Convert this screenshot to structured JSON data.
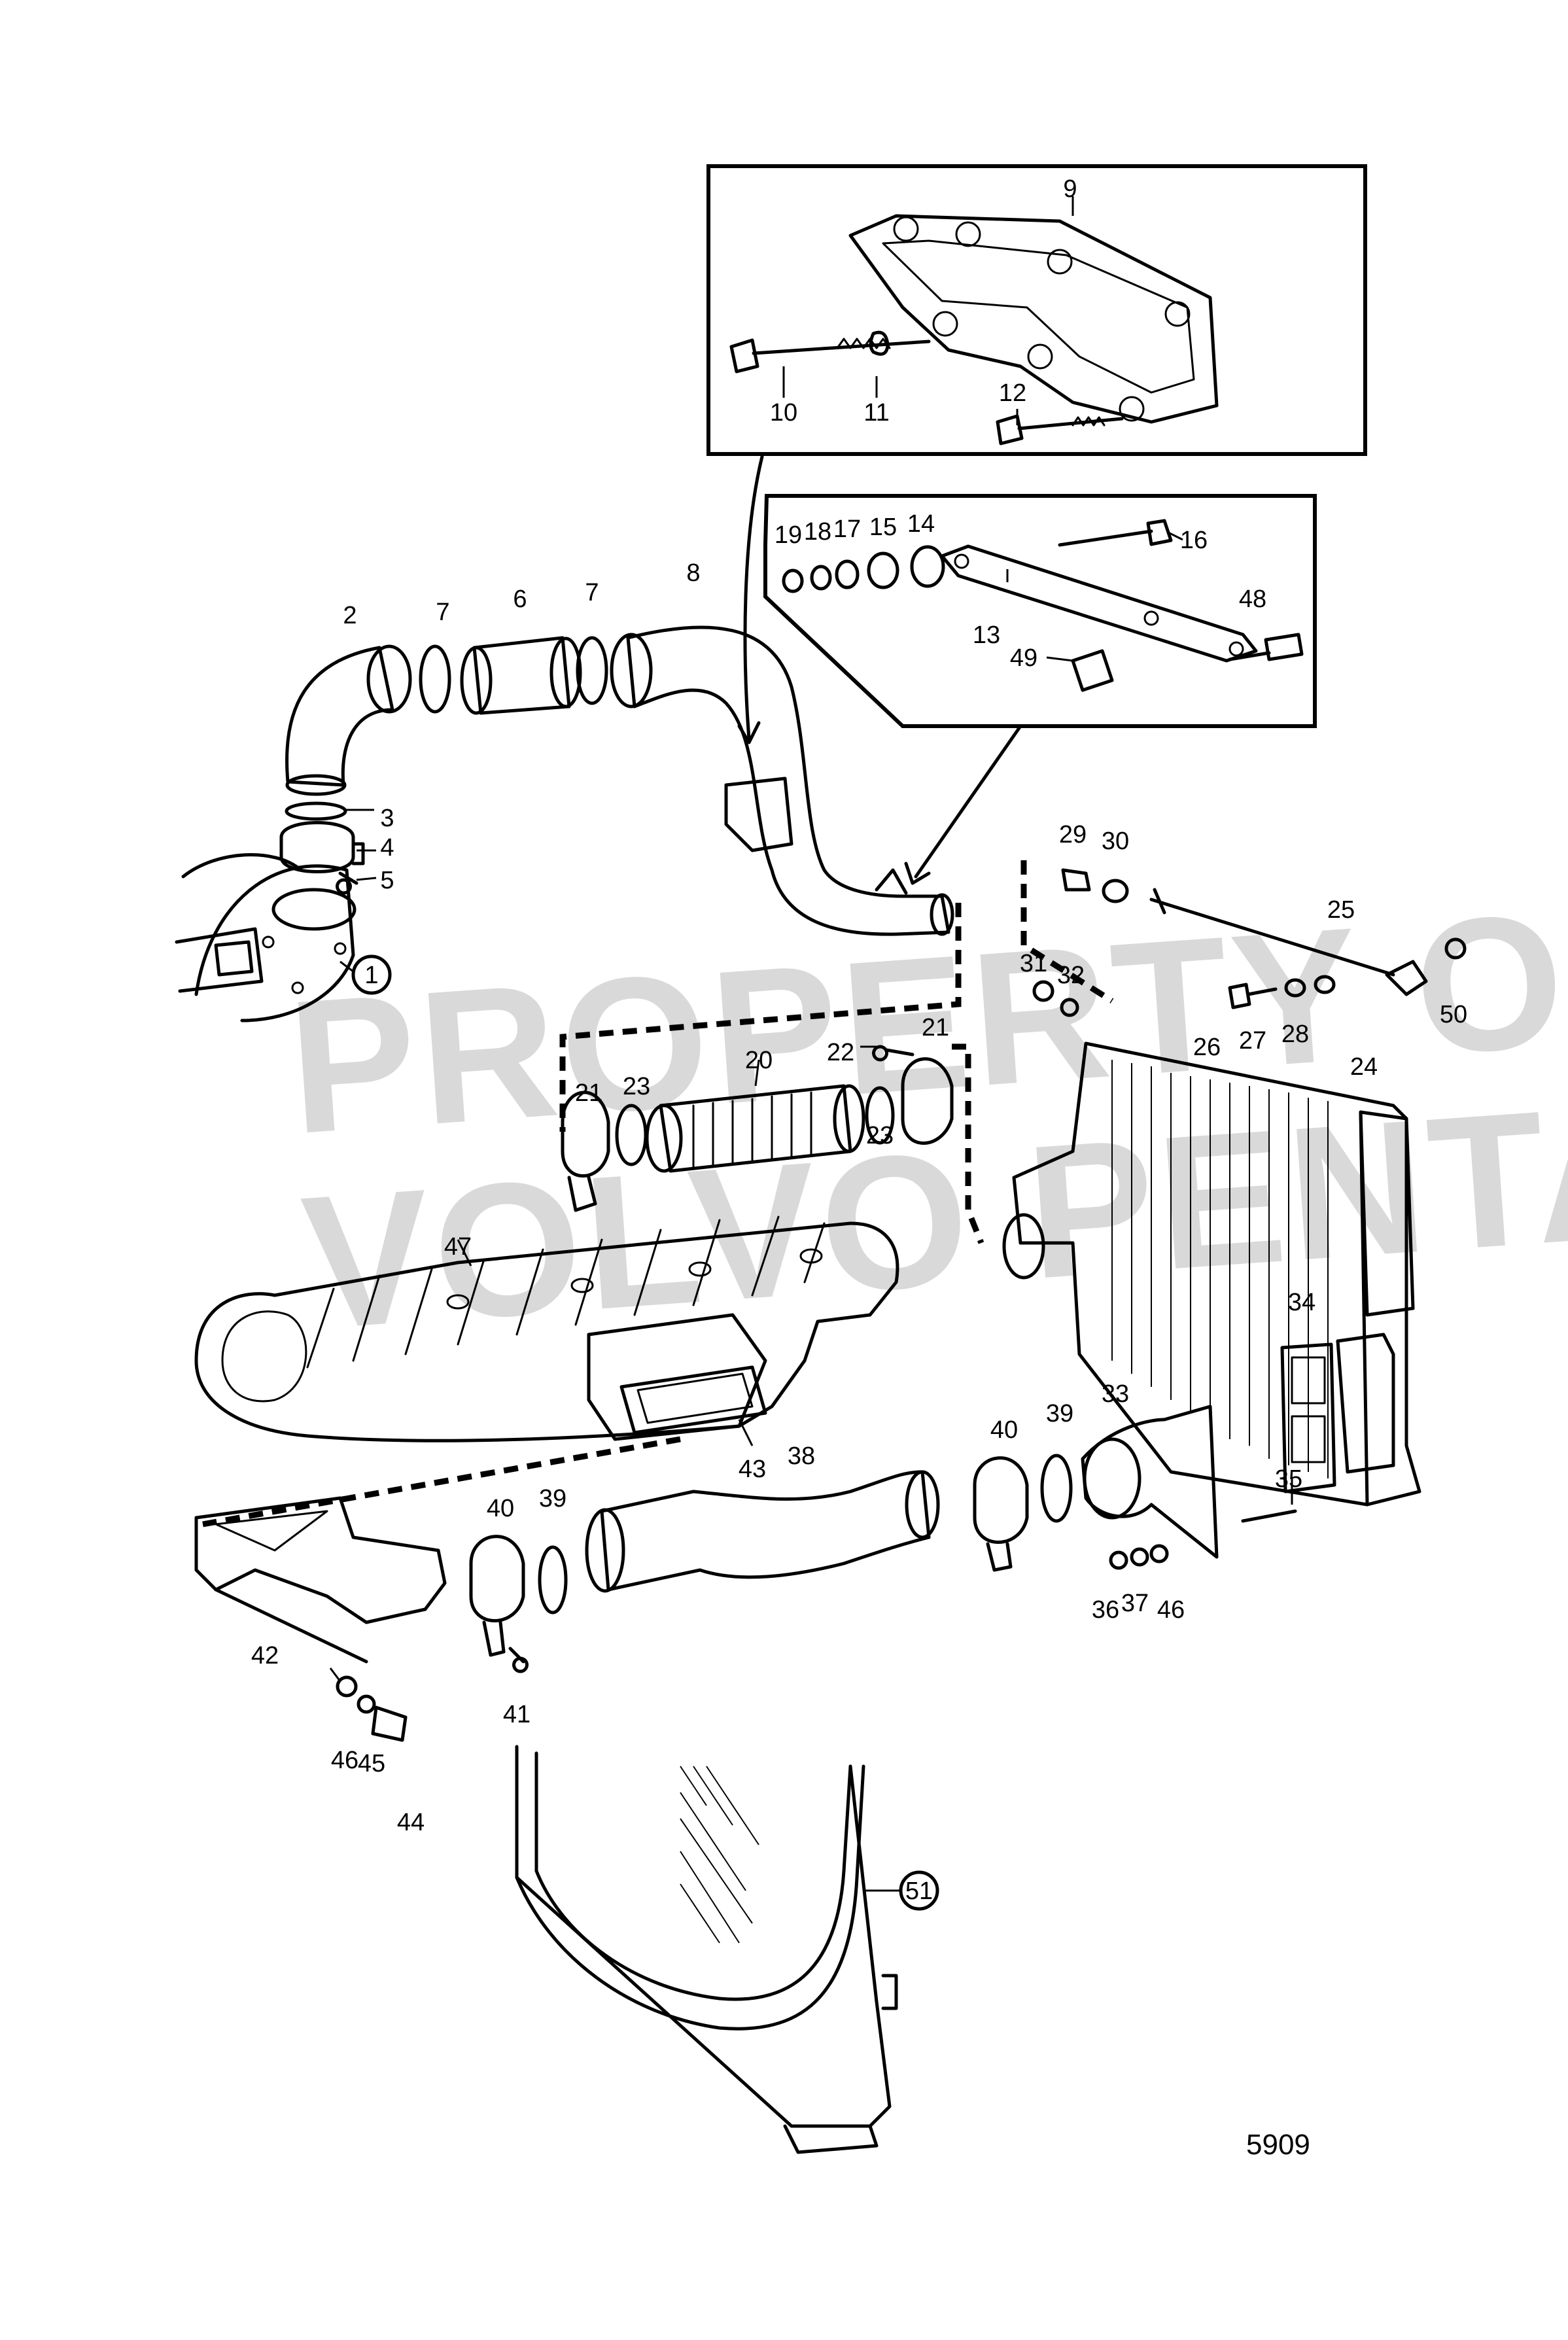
{
  "drawing_number": "5909",
  "watermark": {
    "line1": "PROPERTY OF",
    "line2": "VOLVO PENTA"
  },
  "part_labels": [
    {
      "id": "1",
      "text": "1",
      "circled": true
    },
    {
      "id": "2",
      "text": "2"
    },
    {
      "id": "3",
      "text": "3"
    },
    {
      "id": "4",
      "text": "4"
    },
    {
      "id": "5",
      "text": "5"
    },
    {
      "id": "6",
      "text": "6"
    },
    {
      "id": "7a",
      "text": "7"
    },
    {
      "id": "7b",
      "text": "7"
    },
    {
      "id": "8",
      "text": "8"
    },
    {
      "id": "9",
      "text": "9"
    },
    {
      "id": "10",
      "text": "10"
    },
    {
      "id": "11",
      "text": "11"
    },
    {
      "id": "12",
      "text": "12"
    },
    {
      "id": "13",
      "text": "13"
    },
    {
      "id": "14",
      "text": "14"
    },
    {
      "id": "15",
      "text": "15"
    },
    {
      "id": "16",
      "text": "16"
    },
    {
      "id": "17",
      "text": "17"
    },
    {
      "id": "18",
      "text": "18"
    },
    {
      "id": "19",
      "text": "19"
    },
    {
      "id": "20",
      "text": "20"
    },
    {
      "id": "21a",
      "text": "21"
    },
    {
      "id": "21b",
      "text": "21"
    },
    {
      "id": "22",
      "text": "22"
    },
    {
      "id": "23a",
      "text": "23"
    },
    {
      "id": "23b",
      "text": "23"
    },
    {
      "id": "24",
      "text": "24"
    },
    {
      "id": "25",
      "text": "25"
    },
    {
      "id": "26",
      "text": "26"
    },
    {
      "id": "27",
      "text": "27"
    },
    {
      "id": "28",
      "text": "28"
    },
    {
      "id": "29",
      "text": "29"
    },
    {
      "id": "30",
      "text": "30"
    },
    {
      "id": "31",
      "text": "31"
    },
    {
      "id": "32",
      "text": "32"
    },
    {
      "id": "33",
      "text": "33"
    },
    {
      "id": "34",
      "text": "34"
    },
    {
      "id": "35",
      "text": "35"
    },
    {
      "id": "36",
      "text": "36"
    },
    {
      "id": "37",
      "text": "37"
    },
    {
      "id": "38",
      "text": "38"
    },
    {
      "id": "39a",
      "text": "39"
    },
    {
      "id": "39b",
      "text": "39"
    },
    {
      "id": "40a",
      "text": "40"
    },
    {
      "id": "40b",
      "text": "40"
    },
    {
      "id": "41",
      "text": "41"
    },
    {
      "id": "42",
      "text": "42"
    },
    {
      "id": "43",
      "text": "43"
    },
    {
      "id": "44",
      "text": "44"
    },
    {
      "id": "45",
      "text": "45"
    },
    {
      "id": "46a",
      "text": "46"
    },
    {
      "id": "46b",
      "text": "46"
    },
    {
      "id": "47",
      "text": "47"
    },
    {
      "id": "48",
      "text": "48"
    },
    {
      "id": "49",
      "text": "49"
    },
    {
      "id": "50",
      "text": "50"
    },
    {
      "id": "51",
      "text": "51",
      "circled": true
    }
  ]
}
